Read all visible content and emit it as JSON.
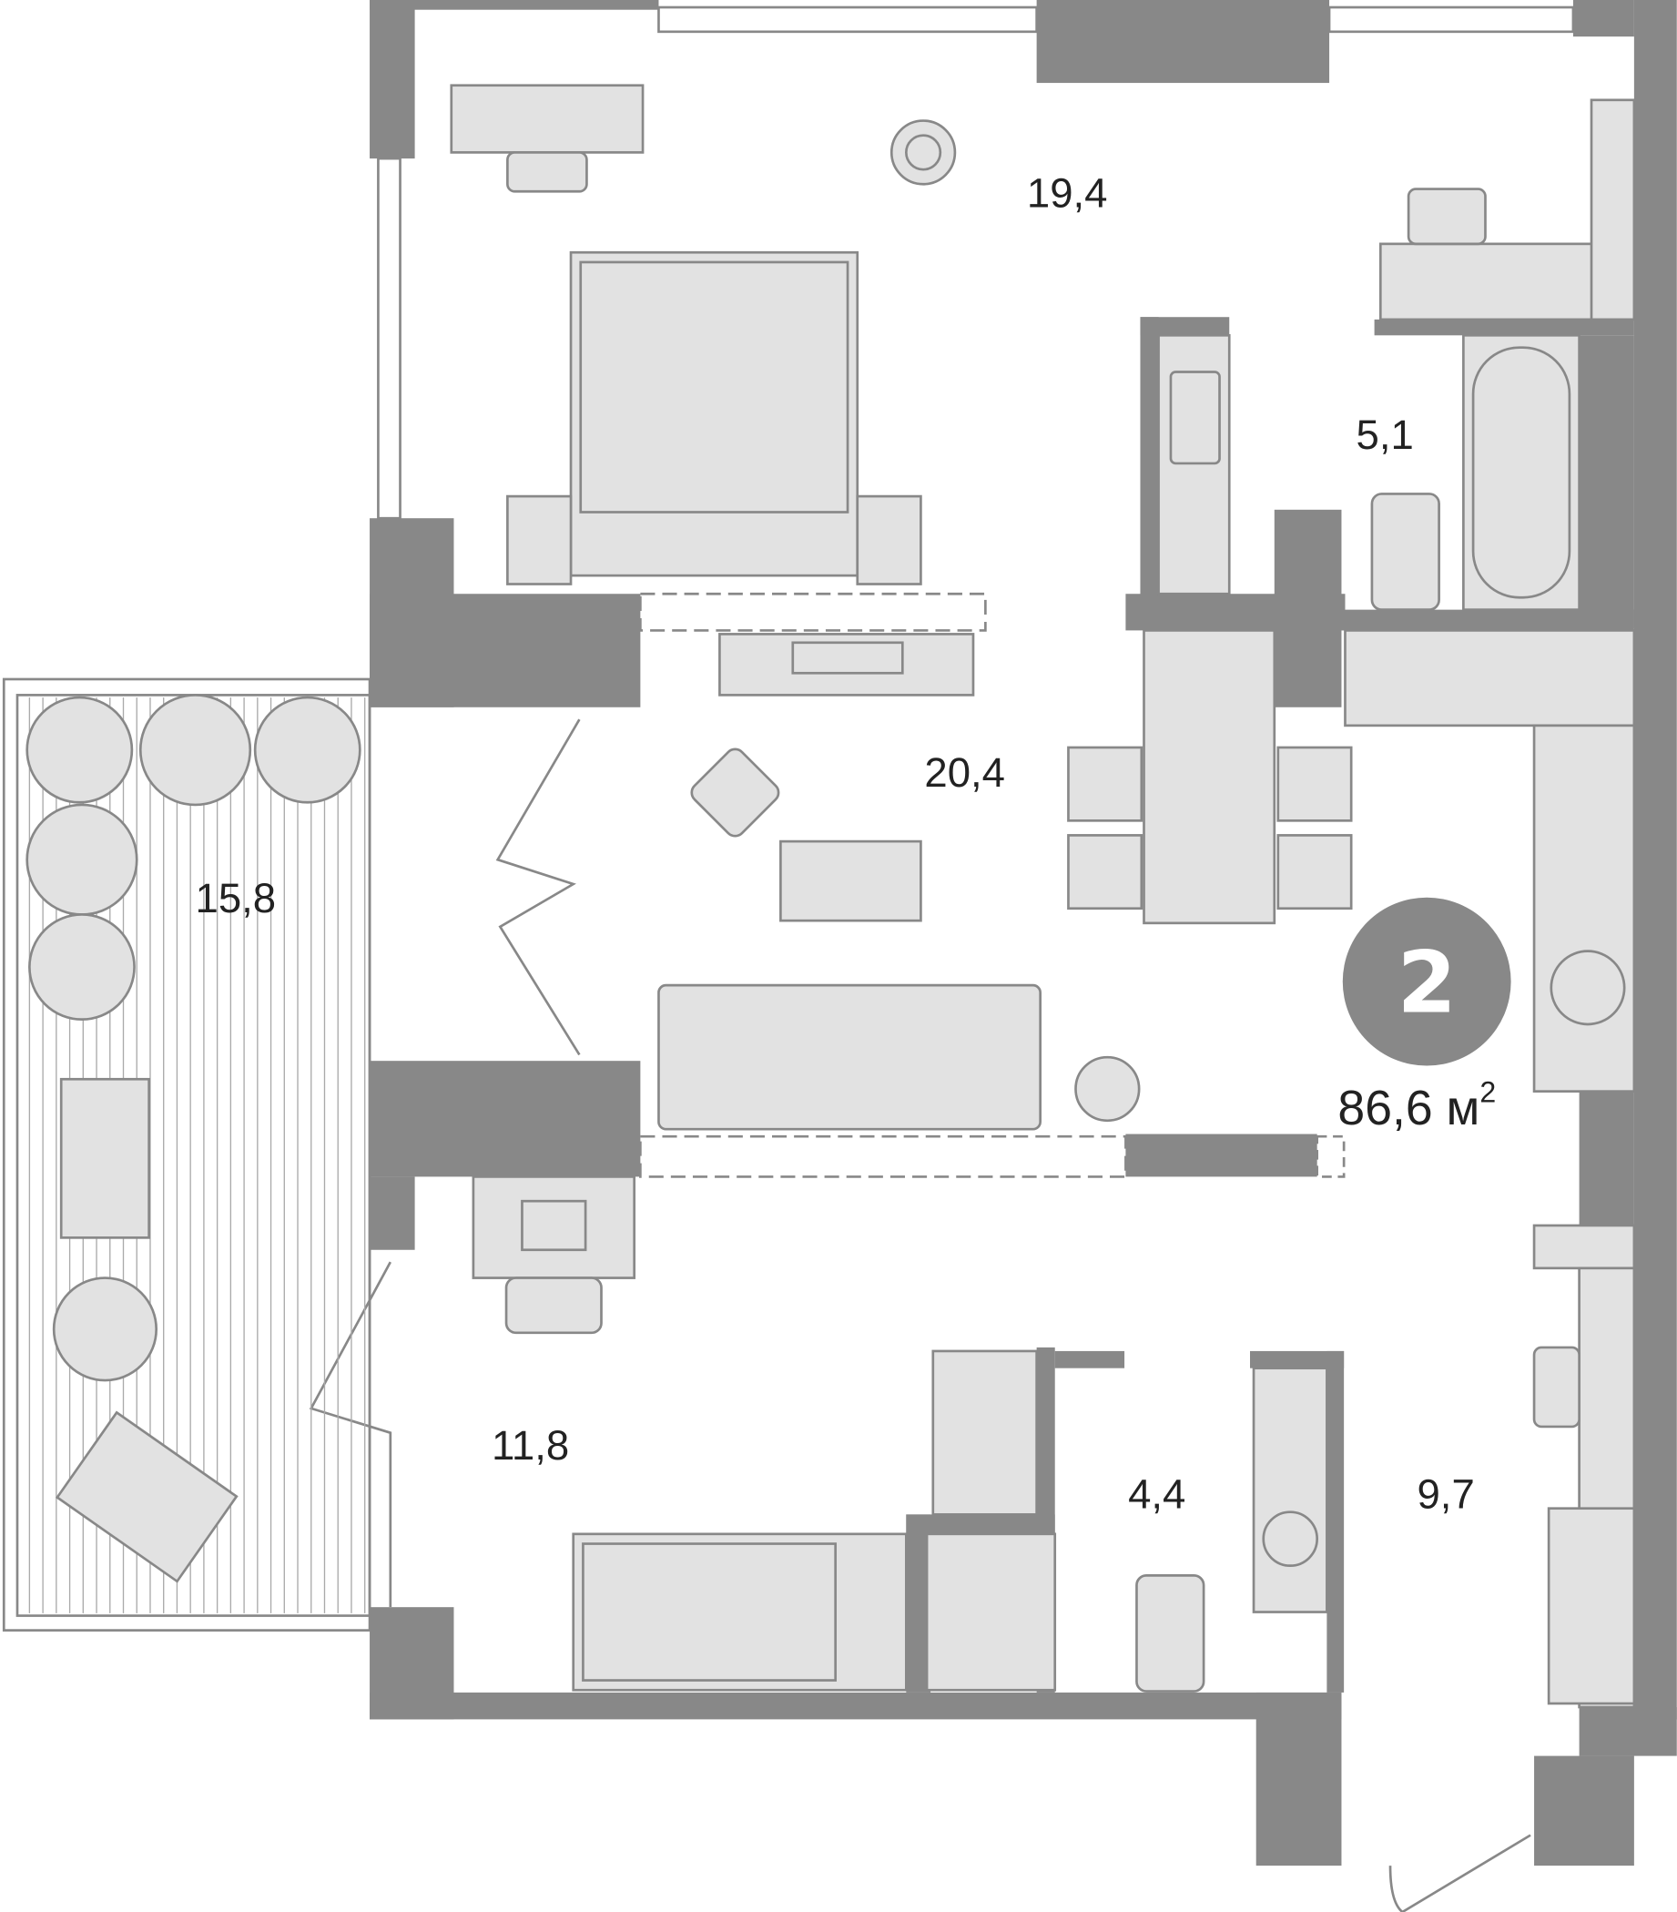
{
  "plan": {
    "room_count": "2",
    "total_area": "86,6 м",
    "total_area_sup": "2",
    "rooms": [
      {
        "name": "bedroom",
        "area": "19,4"
      },
      {
        "name": "bathroom-1",
        "area": "5,1"
      },
      {
        "name": "living-kitchen",
        "area": "20,4"
      },
      {
        "name": "balcony",
        "area": "15,8"
      },
      {
        "name": "room-2",
        "area": "11,8"
      },
      {
        "name": "bathroom-2",
        "area": "4,4"
      },
      {
        "name": "hall",
        "area": "9,7"
      }
    ],
    "colors": {
      "wall": "#888888",
      "furniture": "#e2e2e2",
      "badge": "#888888"
    }
  }
}
